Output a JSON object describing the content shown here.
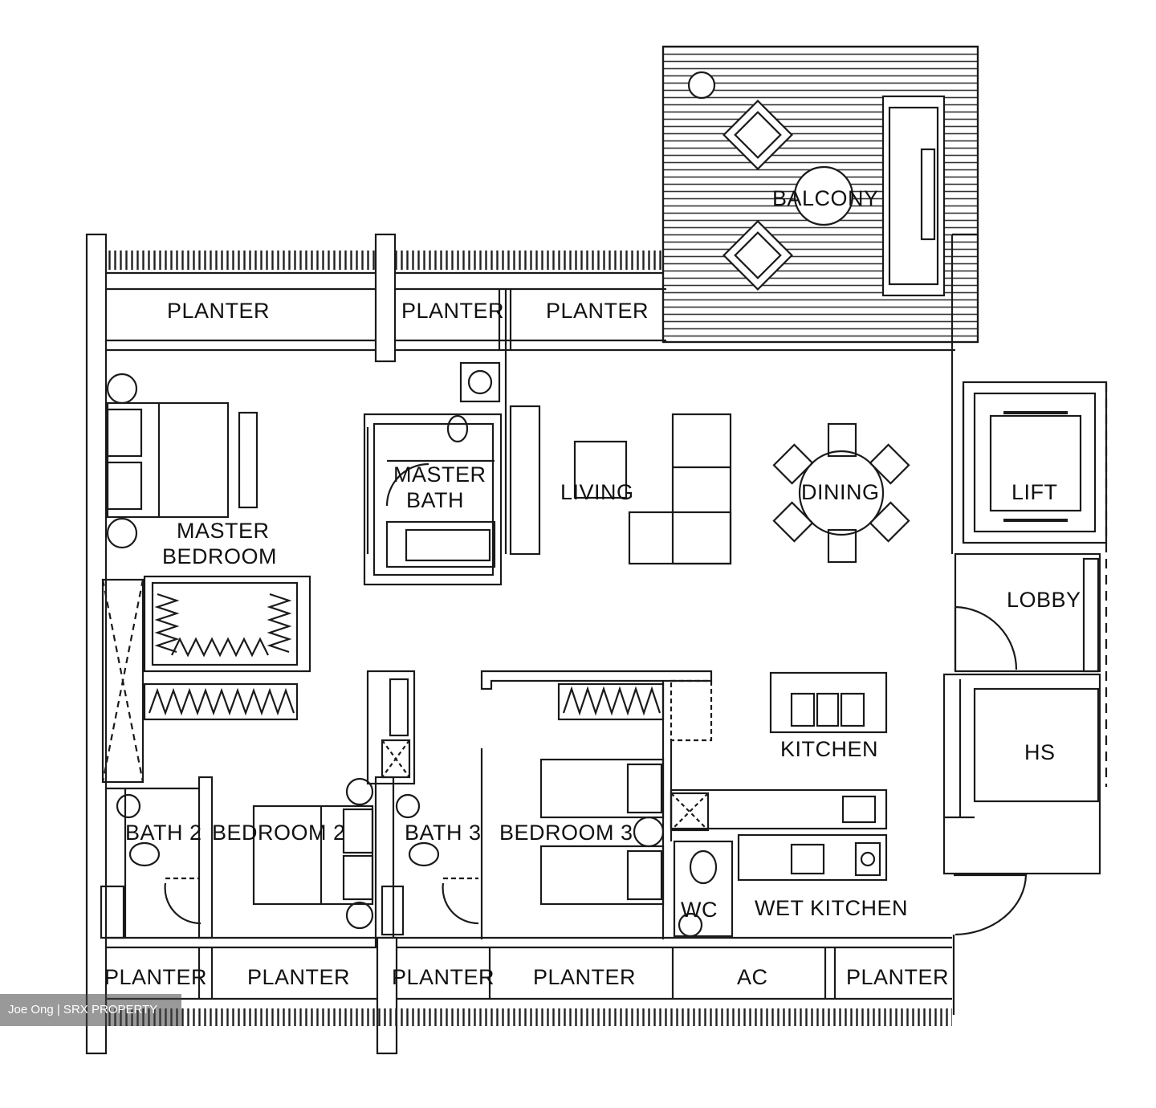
{
  "rooms": {
    "balcony": "BALCONY",
    "planter_top_left": "PLANTER",
    "planter_top_mid": "PLANTER",
    "planter_top_right": "PLANTER",
    "master_bedroom_l1": "MASTER",
    "master_bedroom_l2": "BEDROOM",
    "master_bath_l1": "MASTER",
    "master_bath_l2": "BATH",
    "living": "LIVING",
    "dining": "DINING",
    "lift": "LIFT",
    "lobby": "LOBBY",
    "kitchen": "KITCHEN",
    "hs": "HS",
    "bath2": "BATH 2",
    "bedroom2": "BEDROOM 2",
    "bath3": "BATH 3",
    "bedroom3": "BEDROOM 3",
    "wc": "WC",
    "wet_kitchen": "WET KITCHEN",
    "planter_b1": "PLANTER",
    "planter_b2": "PLANTER",
    "planter_b3": "PLANTER",
    "planter_b4": "PLANTER",
    "ac": "AC",
    "planter_b5": "PLANTER"
  },
  "watermark": "Joe Ong  | SRX PROPERTY",
  "colors": {
    "line": "#1a1a1a",
    "background": "#ffffff"
  }
}
